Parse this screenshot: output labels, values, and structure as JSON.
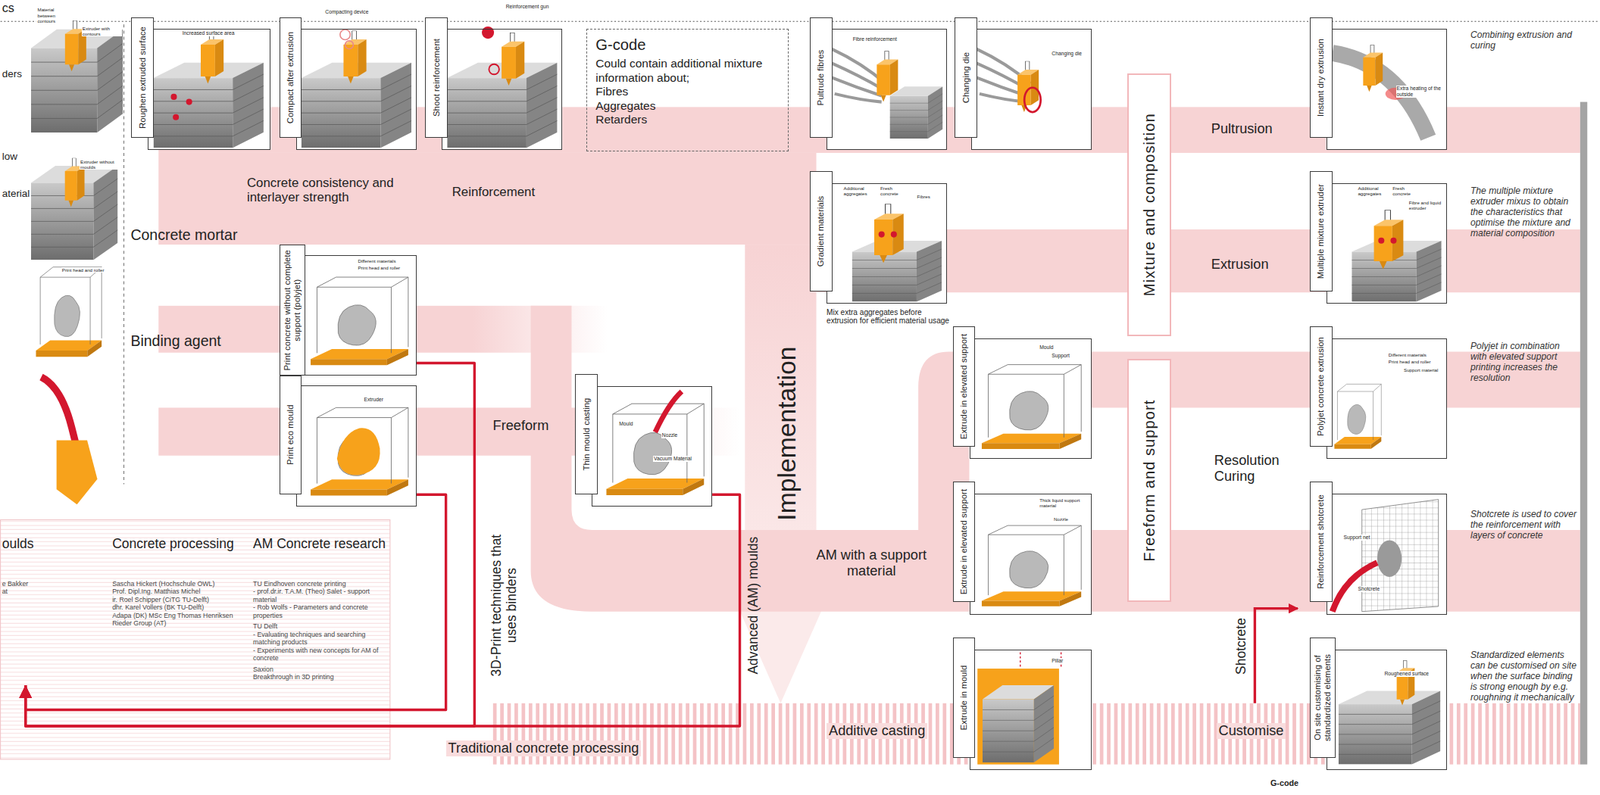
{
  "diagram": {
    "nodes": [
      {
        "text": [
          "Roughen extruded surface"
        ]
      },
      {
        "text": [
          "Compact after extrusion"
        ]
      },
      {
        "text": [
          "Shoot reinforcement"
        ]
      },
      {
        "text": [
          "G-code",
          "Could contain additional mixture information about;",
          "Fibres",
          "Aggregates",
          "Retarders"
        ]
      },
      {
        "text": [
          "Pultrude fibres"
        ]
      },
      {
        "text": [
          "Changing die"
        ]
      },
      {
        "text": [
          "Mixture and composition"
        ]
      },
      {
        "text": [
          "Instant dry extrusion"
        ]
      },
      {
        "text": [
          "Gradient materials"
        ]
      },
      {
        "text": [
          "Multiple mixture extruder"
        ]
      },
      {
        "text": [
          "Print concrete without complete support (polyjet)"
        ]
      },
      {
        "text": [
          "Print eco mould"
        ]
      },
      {
        "text": [
          "Extrude in elevated support"
        ]
      },
      {
        "text": [
          "Freeform and support"
        ]
      },
      {
        "text": [
          "Polyjet concrete extrusion"
        ]
      },
      {
        "text": [
          "Thin mould casting"
        ]
      },
      {
        "text": [
          "Extrude in elevated support"
        ]
      },
      {
        "text": [
          "Reinforcement shotcrete"
        ]
      },
      {
        "text": [
          "Extrude in mould"
        ]
      },
      {
        "text": [
          "On site customising of standardized elements"
        ]
      },
      {
        "text": [
          "oulds",
          "e Bakker",
          "at",
          "Concrete processing",
          "Sascha Hickert (Hochschule OWL)",
          "Prof. Dipl.Ing. Matthias Michel",
          "ir. Roel Schipper (CiTG TU-Delft)",
          "dhr. Karel Vollers (BK TU-Delft)",
          "Adapa (DK) MSc Eng Thomas Henriksen",
          "Rieder Group (AT)",
          "AM Concrete research",
          "TU Eindhoven concrete printing",
          "- prof.dr.ir. T.A.M. (Theo) Salet - support material",
          "- Rob Wolfs - Parameters and concrete properties",
          "TU Delft",
          "- Evaluating techniques and searching matching products",
          "- Experiments with new concepts for AM of concrete",
          "Saxion",
          "Breakthrough in 3D printing"
        ]
      }
    ],
    "edges": [
      {
        "from": 10,
        "to": 20,
        "arrow": "to"
      },
      {
        "from": 11,
        "to": 20,
        "arrow": "to"
      },
      {
        "from": 15,
        "to": 20,
        "arrow": "to"
      }
    ],
    "labels": [
      "cs",
      "Material between contours",
      "Extruder with contours",
      "ders",
      "low",
      "Extruder without moulds",
      "aterial",
      "Print head and roller",
      "Increased surface area",
      "Compacting device",
      "Reinforcement gun",
      "Fibre reinforcement",
      "Changing die",
      "Extra heating of the outside",
      "Additional aggregates",
      "Fresh concrete",
      "Fibres",
      "Additional aggregates",
      "Fresh concrete",
      "Fibre and liquid extruder",
      "Different materials",
      "Print head and roller",
      "Extruder",
      "Mould",
      "Nozzle",
      "Vacuum Material",
      "Mould",
      "Support",
      "Different materials",
      "Print head and roller",
      "Support material",
      "Thick liquid support material",
      "Nozzle",
      "Support net",
      "Shotcrete",
      "Pillar",
      "Roughened surface",
      "Mix extra aggregates before extrusion for efficient material usage",
      "Concrete consistency and interlayer strength",
      "Reinforcement",
      "Concrete mortar",
      "Binding agent",
      "Freeform",
      "3D-Print techniques that uses binders",
      "Advanced (AM) moulds",
      "Implementation",
      "AM with a support material",
      "Additive casting",
      "Traditional concrete processing",
      "Pultrusion",
      "Extrusion",
      "Resolution Curing",
      "Shotcrete",
      "Customise",
      "Combining extrusion and curing",
      "The multiple mixture extruder mixus to obtain the characteristics that optimise the mixture and material composition",
      "Polyjet in combination with elevated support printing increases the resolution",
      "Shotcrete is used to cover the reinforcement with layers of concrete",
      "Standardized elements can be customised on site when the surface binding is strong enough by e.g. roughning it mechanically",
      "G-code"
    ]
  }
}
